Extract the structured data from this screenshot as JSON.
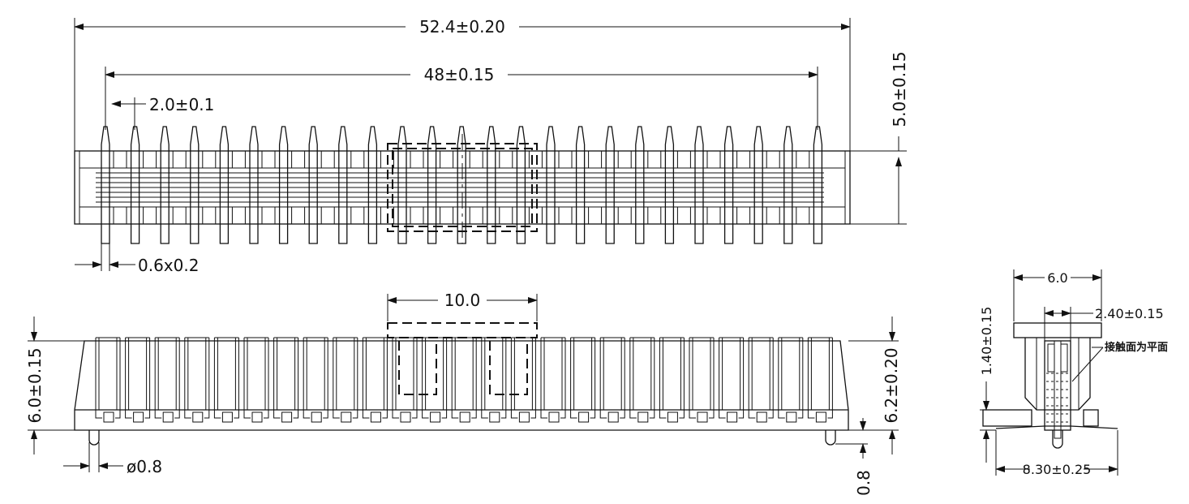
{
  "top_view": {
    "overall_length": "52.4±0.20",
    "pitch_span": "48±0.15",
    "pitch": "2.0±0.1",
    "pin_width": "0.6x0.2",
    "body_height": "5.0±0.15"
  },
  "front_view": {
    "cap_width": "10.0",
    "height_left": "6.0±0.15",
    "height_right": "6.2±0.20",
    "peg_diameter": "ø0.8",
    "peg_length": "0.8"
  },
  "side_view": {
    "body_width": "6.0",
    "slot_width": "2.40±0.15",
    "stand_off": "1.40±0.15",
    "foot_span": "8.30±0.25",
    "contact_note": "接触面为平面"
  }
}
